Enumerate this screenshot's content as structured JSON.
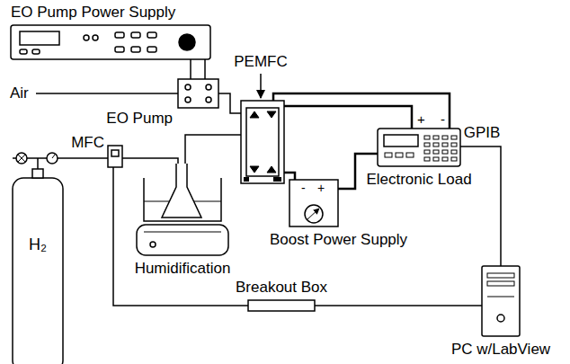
{
  "diagram": {
    "nodes": [
      {
        "text": [
          "EO Pump Power Supply"
        ]
      },
      {
        "text": [
          "EO Pump"
        ]
      },
      {
        "text": [
          "PEMFC"
        ]
      },
      {
        "text": [
          "MFC"
        ]
      },
      {
        "text": [
          "H₂"
        ]
      },
      {
        "text": [
          "Humidification"
        ]
      },
      {
        "text": [
          "Electronic Load"
        ]
      },
      {
        "text": [
          "Boost Power Supply"
        ]
      },
      {
        "text": [
          "Breakout Box"
        ]
      },
      {
        "text": [
          "PC w/LabView"
        ]
      }
    ],
    "edges": [
      {
        "from": 0,
        "to": 1,
        "arrow": "none"
      },
      {
        "from": 0,
        "to": 1,
        "arrow": "none"
      },
      {
        "from": 1,
        "to": 2,
        "arrow": "none"
      },
      {
        "from": 4,
        "to": 3,
        "arrow": "none"
      },
      {
        "from": 3,
        "to": 5,
        "arrow": "none"
      },
      {
        "from": 5,
        "to": 2,
        "arrow": "none"
      },
      {
        "from": 2,
        "to": 6,
        "arrow": "none"
      },
      {
        "from": 2,
        "to": 6,
        "arrow": "none"
      },
      {
        "from": 2,
        "to": 7,
        "arrow": "none"
      },
      {
        "from": 7,
        "to": 6,
        "arrow": "none"
      },
      {
        "from": 6,
        "to": 9,
        "label": "GPIB",
        "arrow": "none"
      },
      {
        "from": 3,
        "to": 8,
        "arrow": "none"
      },
      {
        "from": 8,
        "to": 9,
        "arrow": "none"
      }
    ],
    "labels": [
      "Air",
      "+",
      "-",
      "-",
      "+"
    ]
  }
}
